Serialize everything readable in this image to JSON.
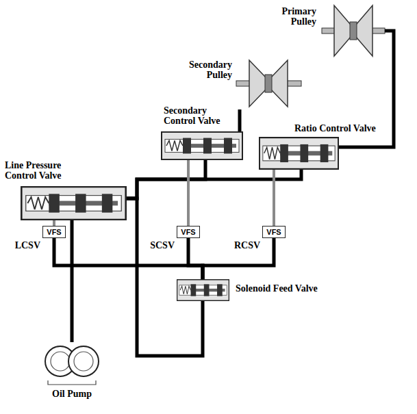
{
  "diagram": {
    "nodes": [
      {
        "text": [
          "Primary Pulley"
        ]
      },
      {
        "text": [
          "Secondary Pulley"
        ]
      },
      {
        "text": [
          "Secondary Control Valve"
        ]
      },
      {
        "text": [
          "Ratio Control Valve"
        ]
      },
      {
        "text": [
          "Line Pressure Control Valve"
        ]
      },
      {
        "text": [
          "VFS",
          "LCSV"
        ]
      },
      {
        "text": [
          "VFS",
          "SCSV"
        ]
      },
      {
        "text": [
          "VFS",
          "RCSV"
        ]
      },
      {
        "text": [
          "Solenoid Feed Valve"
        ]
      },
      {
        "text": [
          "Oil Pump"
        ]
      }
    ],
    "edges": [
      {
        "from": 9,
        "to": 4,
        "arrow": "none"
      },
      {
        "from": 4,
        "to": 2,
        "arrow": "none"
      },
      {
        "from": 4,
        "to": 3,
        "arrow": "none"
      },
      {
        "from": 4,
        "to": 8,
        "arrow": "none"
      },
      {
        "from": 2,
        "to": 1,
        "arrow": "none"
      },
      {
        "from": 3,
        "to": 0,
        "arrow": "none"
      },
      {
        "from": 8,
        "to": 5,
        "arrow": "none"
      },
      {
        "from": 8,
        "to": 6,
        "arrow": "none"
      },
      {
        "from": 8,
        "to": 7,
        "arrow": "none"
      },
      {
        "from": 5,
        "to": 4,
        "arrow": "none"
      },
      {
        "from": 6,
        "to": 2,
        "arrow": "none"
      },
      {
        "from": 7,
        "to": 3,
        "arrow": "none"
      }
    ]
  }
}
